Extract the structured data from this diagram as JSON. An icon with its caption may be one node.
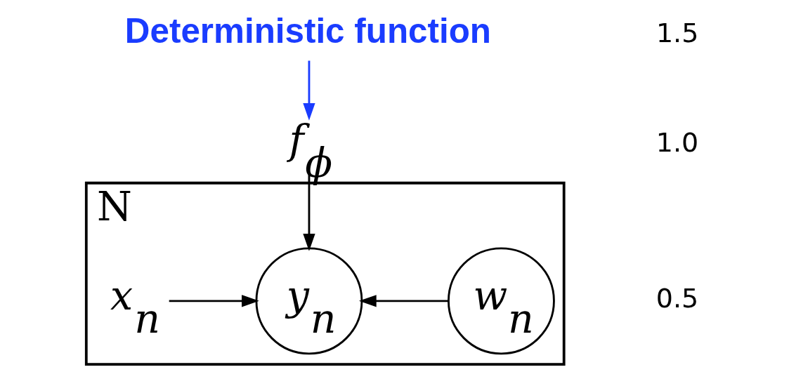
{
  "diagram": {
    "nodes": [
      {
        "text": [
          "N"
        ]
      },
      {
        "text": [
          "f$_{ϕ}$"
        ]
      },
      {
        "text": [
          "Deterministic function"
        ]
      },
      {
        "text": [
          "x$_{n}$"
        ],
        "in": 0
      },
      {
        "text": [
          "y$_{n}$"
        ],
        "in": 0
      },
      {
        "text": [
          "w$_{n}$"
        ],
        "in": 0
      }
    ],
    "edges": [
      {
        "from": 2,
        "to": 1,
        "arrow": "to",
        "color": "#1a3cff"
      },
      {
        "from": 1,
        "to": 4,
        "arrow": "to"
      },
      {
        "from": 3,
        "to": 4,
        "arrow": "to"
      },
      {
        "from": 5,
        "to": 4,
        "arrow": "to"
      }
    ],
    "labels": [
      "1.5",
      "1.0",
      "0.5"
    ]
  }
}
